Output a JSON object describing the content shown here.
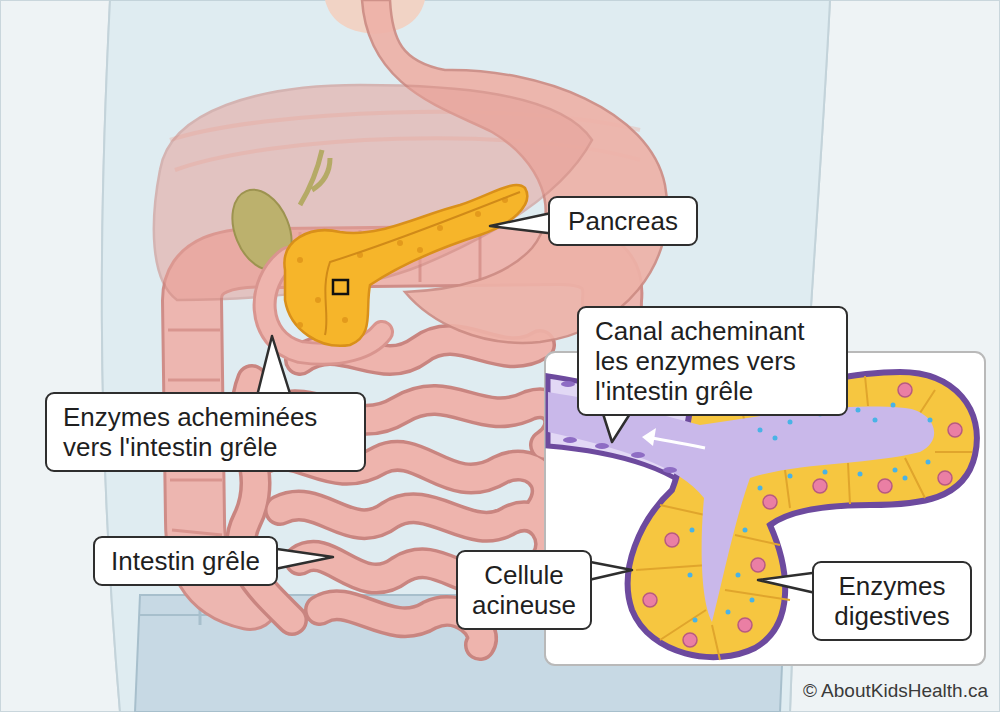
{
  "diagram": {
    "nodes": [
      {
        "text": [
          "Pancreas"
        ]
      },
      {
        "text": [
          "Canal acheminant les enzymes vers l'intestin grêle"
        ]
      },
      {
        "text": [
          "Enzymes acheminées vers l'intestin grêle"
        ]
      },
      {
        "text": [
          "Intestin grêle"
        ]
      },
      {
        "text": [
          "Cellule acineuse"
        ]
      },
      {
        "text": [
          "Enzymes digestives"
        ]
      }
    ],
    "labels": [
      "© AboutKidsHealth.ca"
    ]
  }
}
